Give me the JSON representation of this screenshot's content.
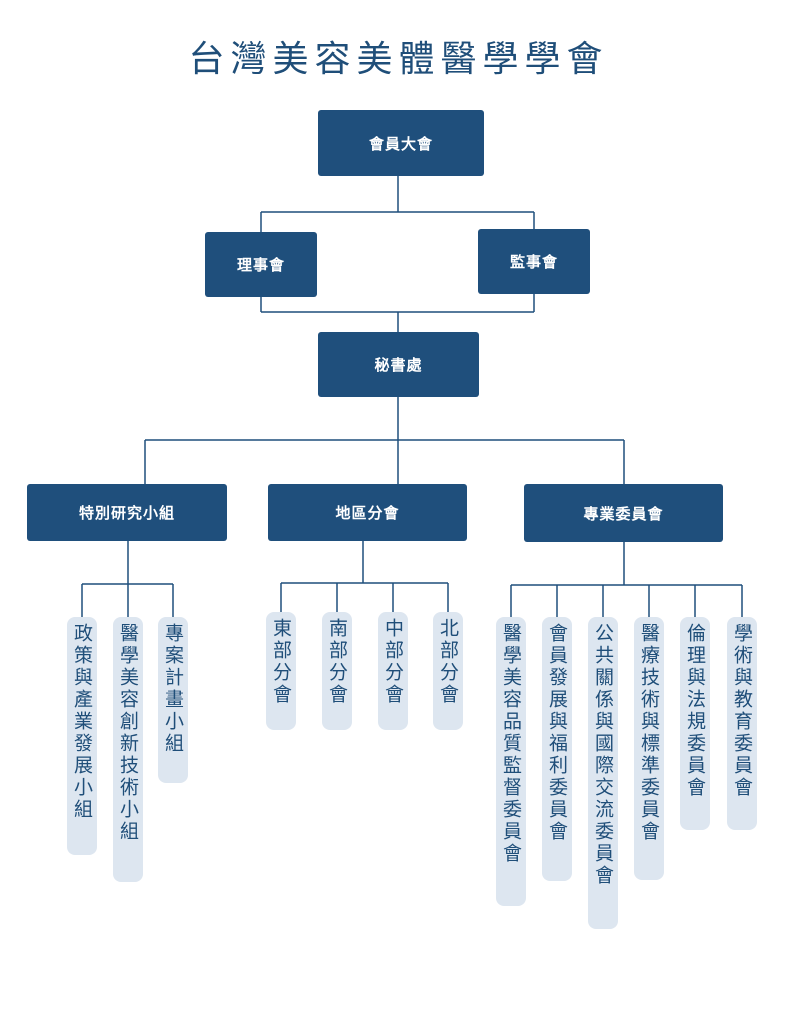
{
  "title": "台灣美容美體醫學學會",
  "colors": {
    "box": "#1f4f7c",
    "line": "#1f4f7c",
    "sub": "#dde6f0",
    "text": "#1f4e79"
  },
  "nodes": {
    "general_assembly": "會員大會",
    "board_directors": "理事會",
    "board_supervisors": "監事會",
    "secretariat": "秘書處",
    "special_research": "特別研究小組",
    "regional": "地區分會",
    "committees": "專業委員會"
  },
  "special_research_groups": [
    "政策與產業發展小組",
    "醫學美容創新技術小組",
    "專案計畫小組"
  ],
  "regional_branches": [
    "東部分會",
    "南部分會",
    "中部分會",
    "北部分會"
  ],
  "committee_list": [
    "醫學美容品質監督委員會",
    "會員發展與福利委員會",
    "公共關係與國際交流委員會",
    "醫療技術與標準委員會",
    "倫理與法規委員會",
    "學術與教育委員會"
  ]
}
